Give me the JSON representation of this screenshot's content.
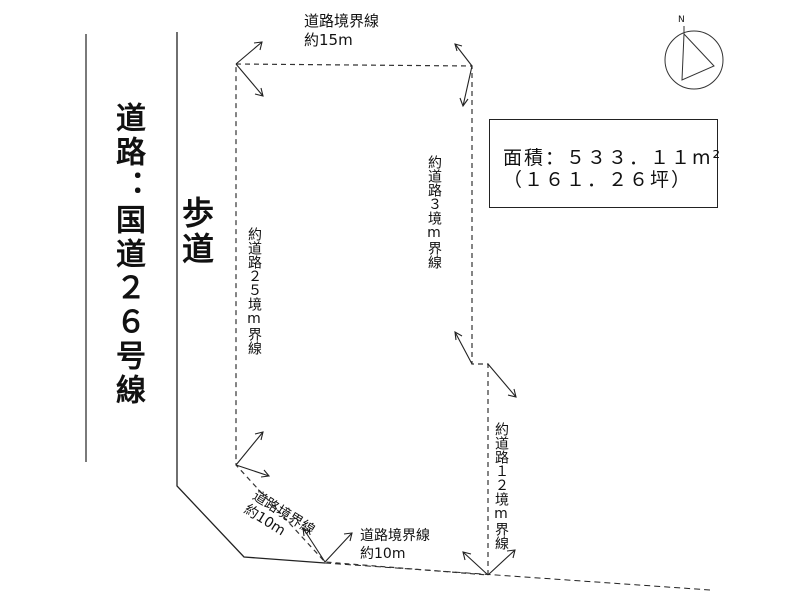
{
  "road_label": "道路：国道２６号線",
  "sidewalk_label": "歩道",
  "boundaries": {
    "top": {
      "line1": "道路境界線",
      "line2": "約15m"
    },
    "left": "約道路２５境m界線",
    "right": "約道路３境m界線",
    "right_lower": "約道路１２境m界線",
    "diagonal": {
      "line1": "道路境界線",
      "line2": "約10m"
    },
    "bottom": {
      "line1": "道路境界線",
      "line2": "約10m"
    }
  },
  "area": {
    "line1": "面積：５３３．１１m²",
    "line2": "（１６１．２６坪）"
  },
  "north": {
    "label": "N",
    "icon": "north-arrow-icon"
  }
}
